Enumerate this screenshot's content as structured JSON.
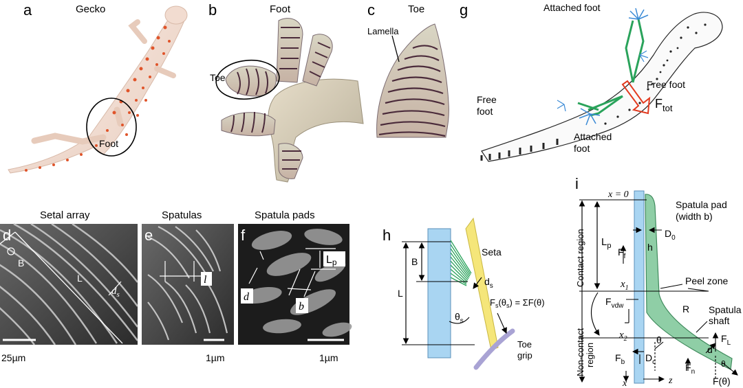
{
  "colors": {
    "background": "#ffffff",
    "gecko_skin": "#f1ddd2",
    "gecko_spots": "#e0542a",
    "toe_stripe": "#4a2a3a",
    "sem_dark": "#181818",
    "sem_light": "#bdbdbd",
    "blue_surface": "#a9d5f2",
    "green_shaft": "#8fcea6",
    "yellow_seta": "#f5e67a",
    "setal_green": "#2aa35b",
    "toe_grip": "#a9a3d4",
    "force_red": "#e23a1f",
    "attach_blue": "#3a8ad6"
  },
  "icons": [
    "gecko-photo-icon",
    "foot-photo-icon",
    "toe-photo-icon",
    "gecko-drawing-icon",
    "sem-setal-array-icon",
    "sem-spatulas-icon",
    "sem-spatula-pads-icon",
    "seta-schematic-icon",
    "spatula-schematic-icon"
  ],
  "panel_a": {
    "letter": "a",
    "title": "Gecko",
    "label_foot": "Foot"
  },
  "panel_b": {
    "letter": "b",
    "title": "Foot",
    "label_toe": "Toe"
  },
  "panel_c": {
    "letter": "c",
    "title": "Toe",
    "label_lamella": "Lamella"
  },
  "panel_g": {
    "letter": "g",
    "label_attached_top": "Attached foot",
    "label_free_right": "Free foot",
    "label_free_left_1": "Free",
    "label_free_left_2": "foot",
    "label_attached_bottom_1": "Attached",
    "label_attached_bottom_2": "foot",
    "label_ftot_main": "F",
    "label_ftot_sub": "tot"
  },
  "panel_d": {
    "letter": "d",
    "title": "Setal array",
    "label_B": "B",
    "label_L": "L",
    "label_ds_main": "d",
    "label_ds_sub": "s",
    "scale": "25µm"
  },
  "panel_e": {
    "letter": "e",
    "title": "Spatulas",
    "label_l": "l",
    "scale": "1µm"
  },
  "panel_f": {
    "letter": "f",
    "title": "Spatula pads",
    "label_Lp_main": "L",
    "label_Lp_sub": "p",
    "label_d": "d",
    "label_b": "b",
    "scale": "1µm"
  },
  "panel_h": {
    "letter": "h",
    "label_seta": "Seta",
    "label_B": "B",
    "label_L": "L",
    "label_ds_main": "d",
    "label_ds_sub": "s",
    "label_theta_main": "θ",
    "label_theta_sub": "s",
    "label_fs": "F",
    "label_fs_sub": "s",
    "label_fs_rest": "(θ",
    "label_fs_rest_sub": "s",
    "label_fs_eq": ") = ΣF(θ)",
    "label_toe_grip_1": "Toe",
    "label_toe_grip_2": "grip"
  },
  "panel_i": {
    "letter": "i",
    "label_x0": "x = 0",
    "label_pad_1": "Spatula pad",
    "label_pad_2": "(width b)",
    "label_Lp_main": "L",
    "label_Lp_sub": "p",
    "label_D0_main": "D",
    "label_D0_sub": "0",
    "label_h": "h",
    "label_Ff_main": "F",
    "label_Ff_sub": "f",
    "label_contact": "Contact region",
    "label_x1_main": "x",
    "label_x1_sub": "1",
    "label_peel": "Peel zone",
    "label_Fvdw_main": "F",
    "label_Fvdw_sub": "vdw",
    "label_R": "R",
    "label_shaft_1": "Spatula",
    "label_shaft_2": "shaft",
    "label_noncontact_1": "Non-contact",
    "label_noncontact_2": "region",
    "label_x2_main": "x",
    "label_x2_sub": "2",
    "label_theta": "θ",
    "label_FL_main": "F",
    "label_FL_sub": "L",
    "label_d": "d",
    "label_Fb_main": "F",
    "label_Fb_sub": "b",
    "label_Dc_main": "D",
    "label_Dc_sub": "c",
    "label_Fn_main": "F",
    "label_Fn_sub": "n",
    "label_theta2": "θ",
    "label_Ftheta": "F(θ)",
    "label_x_axis": "x",
    "label_z_axis": "z"
  }
}
